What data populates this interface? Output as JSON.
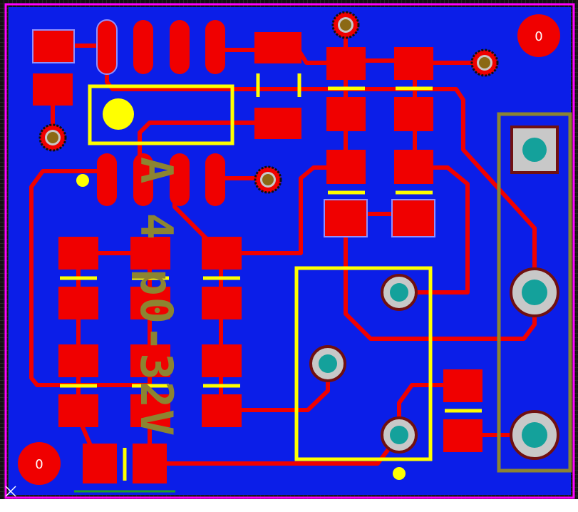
{
  "board": {
    "background_color": "#0b1ee8",
    "copper_color": "#f00000",
    "silkscreen_color": "#ffff00",
    "outline_color": "#ff00ff",
    "component_outline_color": "#8c8431",
    "via_hole_color": "#8b6914",
    "pad_hole_color": "#14a19b"
  },
  "labels": {
    "silk_text": "A 4 p0-32V",
    "mounting_hole_top_right": "0",
    "mounting_hole_bottom_left": "0"
  }
}
